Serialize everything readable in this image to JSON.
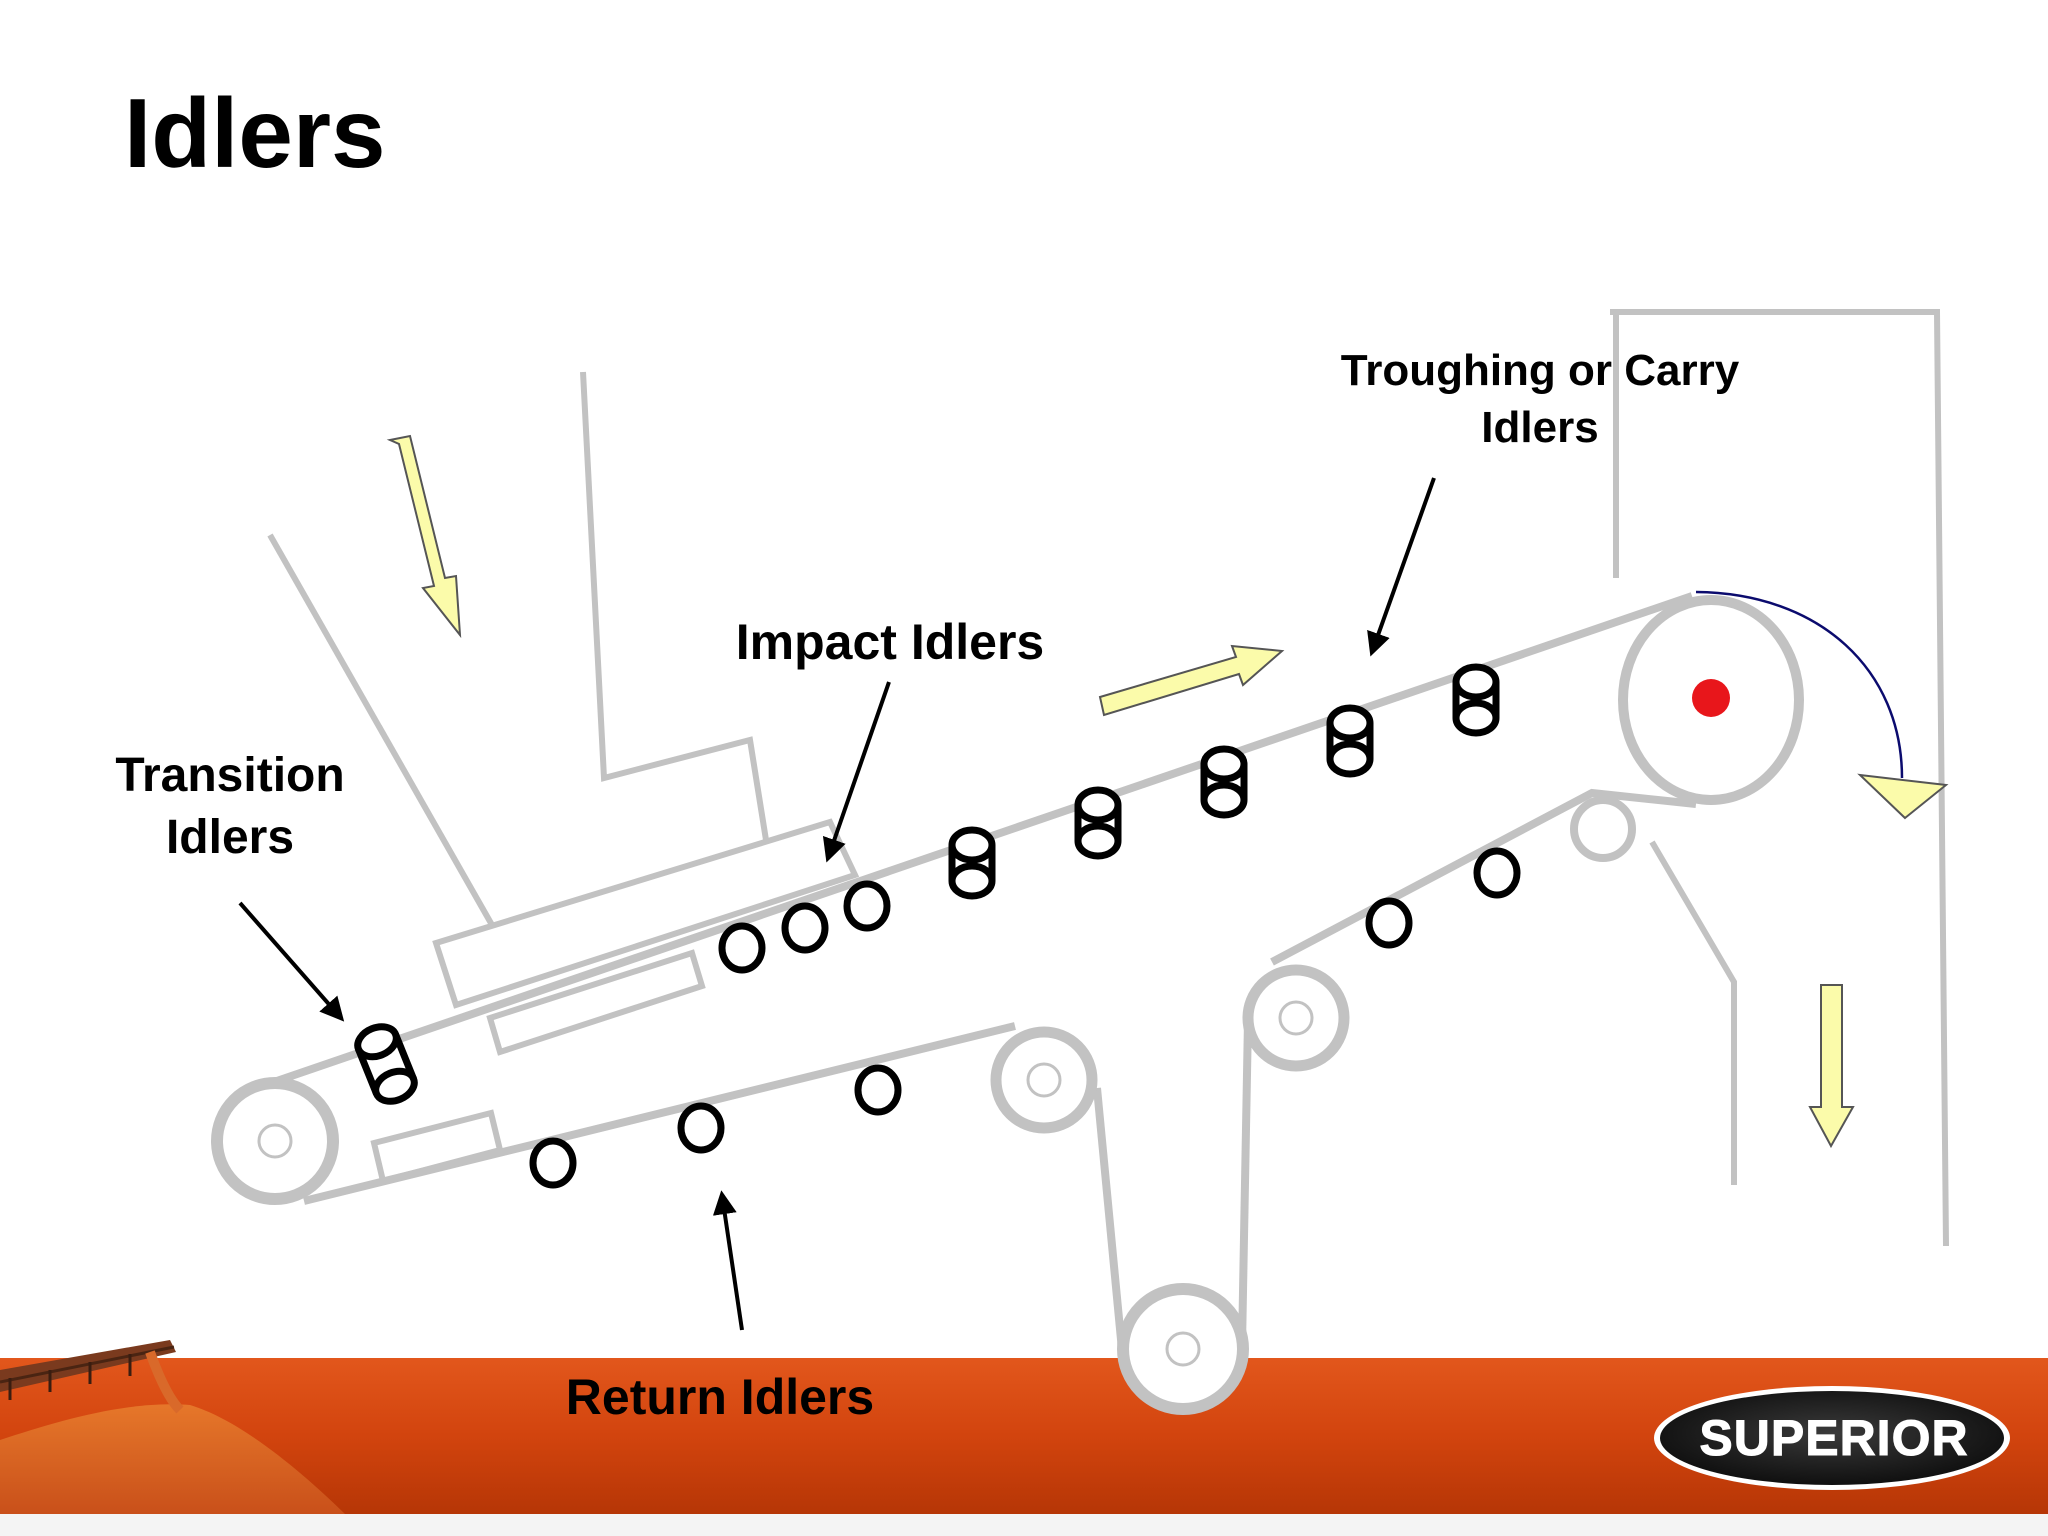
{
  "slide": {
    "title": "Idlers"
  },
  "labels": {
    "troughing": "Troughing or Carry\nIdlers",
    "impact": "Impact Idlers",
    "transition": "Transition\nIdlers",
    "return": "Return Idlers"
  },
  "footer": {
    "logo_text": "SUPERIOR",
    "band_color": "#d2440e"
  },
  "colors": {
    "structure": "#c2c2c2",
    "flow_arrow_fill": "#fbfbaa",
    "head_pulley_marker": "#e8161b",
    "rotation_arrow": "#0b0b6e"
  },
  "icons": {
    "flow": "yellow-block-arrow",
    "idler": "roller-icon",
    "logo": "superior-oval-logo"
  }
}
